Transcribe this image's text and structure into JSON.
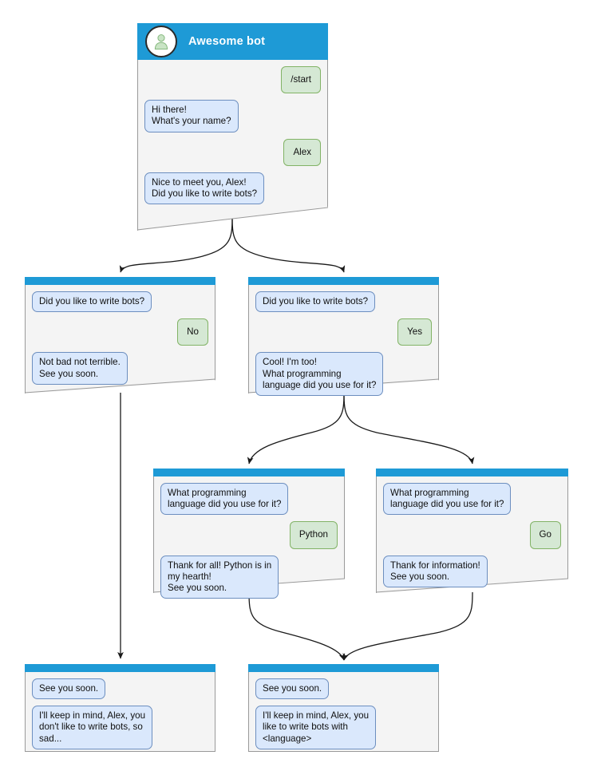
{
  "diagram": {
    "type": "chatbot-conversation-flowchart",
    "colors": {
      "header_blue": "#1e9ad6",
      "card_bg": "#f4f4f4",
      "card_border": "#9a9a9a",
      "bot_bubble_fill": "#dae8fc",
      "bot_bubble_border": "#6c8ebf",
      "user_bubble_fill": "#d5e8d4",
      "user_bubble_border": "#82b366",
      "connector": "#1a1a1a",
      "page_bg": "#ffffff"
    }
  },
  "nodes": [
    {
      "id": "start",
      "titled": true,
      "title": "Awesome bot",
      "avatar_icon": "person-avatar-icon",
      "messages": [
        {
          "side": "user",
          "text": "/start"
        },
        {
          "side": "bot",
          "text": "Hi there!\nWhat's your name?"
        },
        {
          "side": "user",
          "text": "Alex"
        },
        {
          "side": "bot",
          "text": "Nice to meet you, Alex!\nDid you like to write bots?"
        }
      ]
    },
    {
      "id": "answer-no",
      "titled": false,
      "title": "",
      "messages": [
        {
          "side": "bot",
          "text": "Did you like to write bots?"
        },
        {
          "side": "user",
          "text": "No"
        },
        {
          "side": "bot",
          "text": "Not bad not terrible.\nSee you soon."
        }
      ]
    },
    {
      "id": "answer-yes",
      "titled": false,
      "title": "",
      "messages": [
        {
          "side": "bot",
          "text": "Did you like to write bots?"
        },
        {
          "side": "user",
          "text": "Yes"
        },
        {
          "side": "bot",
          "text": "Cool! I'm too!\nWhat programming\nlanguage did you use for it?"
        }
      ]
    },
    {
      "id": "lang-python",
      "titled": false,
      "title": "",
      "messages": [
        {
          "side": "bot",
          "text": "What programming\nlanguage did you use for it?"
        },
        {
          "side": "user",
          "text": "Python"
        },
        {
          "side": "bot",
          "text": "Thank for all! Python is in\nmy hearth!\nSee you soon."
        }
      ]
    },
    {
      "id": "lang-go",
      "titled": false,
      "title": "",
      "messages": [
        {
          "side": "bot",
          "text": "What programming\nlanguage did you use for it?"
        },
        {
          "side": "user",
          "text": "Go"
        },
        {
          "side": "bot",
          "text": "Thank for information!\nSee you soon."
        }
      ]
    },
    {
      "id": "end-sad",
      "titled": false,
      "title": "",
      "messages": [
        {
          "side": "bot",
          "text": "See you soon."
        },
        {
          "side": "bot",
          "text": "I'll keep in mind, Alex, you\ndon't like to write bots, so\nsad..."
        }
      ]
    },
    {
      "id": "end-happy",
      "titled": false,
      "title": "",
      "messages": [
        {
          "side": "bot",
          "text": "See you soon."
        },
        {
          "side": "bot",
          "text": "I'll keep in mind, Alex, you\nlike to write bots with\n<language>"
        }
      ]
    }
  ],
  "edges": [
    {
      "from": "start",
      "to": "answer-no"
    },
    {
      "from": "start",
      "to": "answer-yes"
    },
    {
      "from": "answer-yes",
      "to": "lang-python"
    },
    {
      "from": "answer-yes",
      "to": "lang-go"
    },
    {
      "from": "answer-no",
      "to": "end-sad"
    },
    {
      "from": "lang-python",
      "to": "end-happy"
    },
    {
      "from": "lang-go",
      "to": "end-happy"
    }
  ]
}
